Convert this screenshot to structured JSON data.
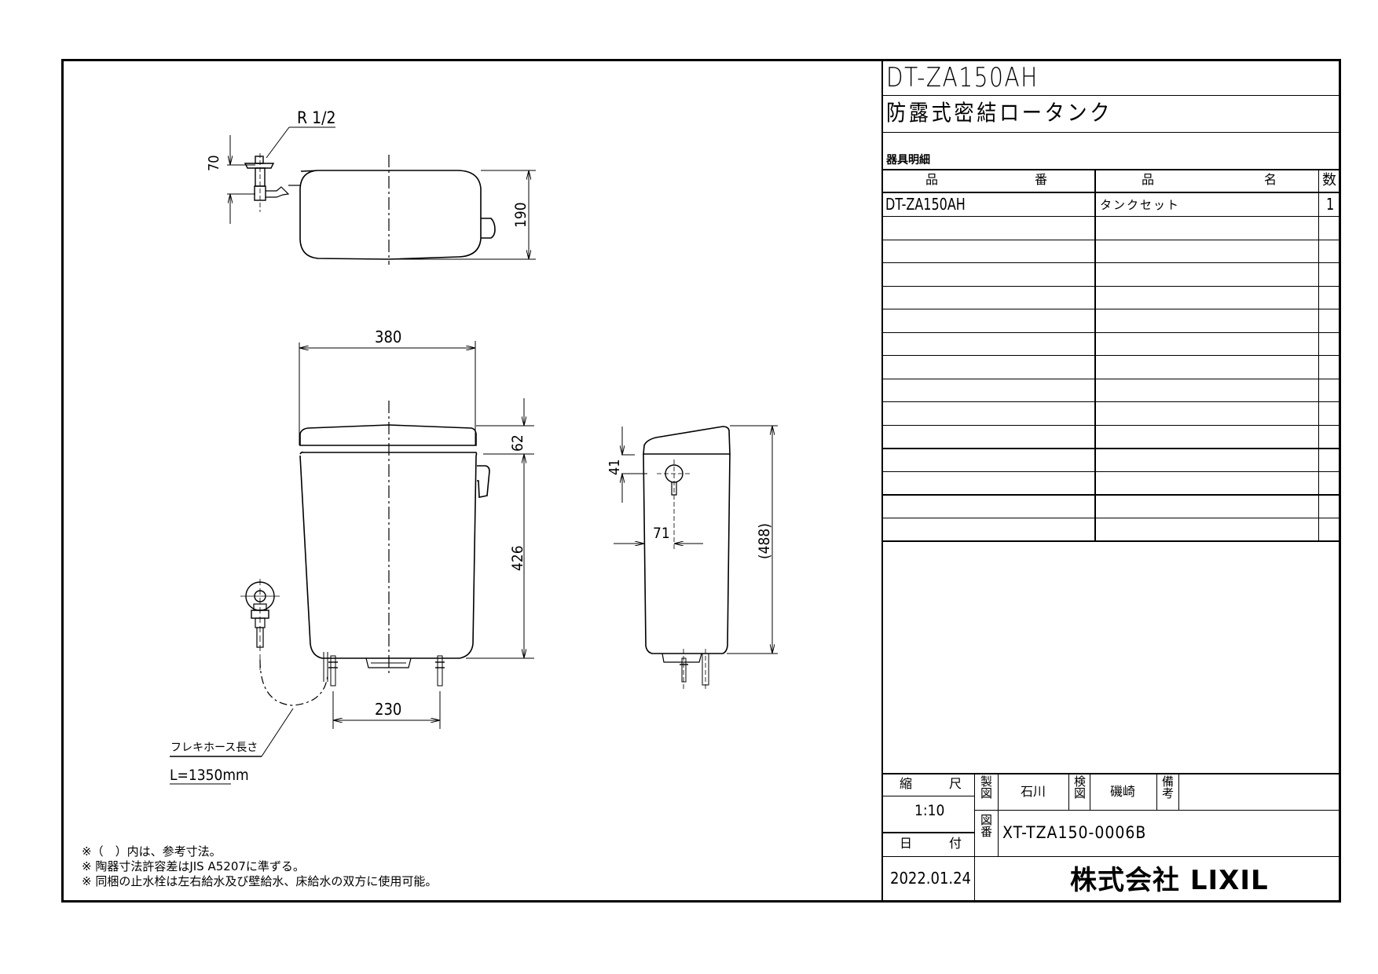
{
  "title_block": {
    "model_number": "DT-ZA150AH",
    "product_name": "防露式密結ロータンク",
    "parts_list_label": "器具明細",
    "parts_table": {
      "headers": {
        "part_no_a": "品",
        "part_no_b": "番",
        "part_name_a": "品",
        "part_name_b": "名",
        "qty": "数"
      },
      "rows": [
        {
          "part_no": "DT-ZA150AH",
          "part_name": "タンクセット",
          "qty": "1"
        }
      ],
      "empty_rows": 14
    },
    "scale_label_a": "縮",
    "scale_label_b": "尺",
    "scale_value": "1:10",
    "date_label_a": "日",
    "date_label_b": "付",
    "date_value": "2022.01.24",
    "drafted_label": "製図",
    "drafted_by": "石川",
    "checked_label": "検図",
    "checked_by": "磯崎",
    "remarks_label": "備考",
    "remarks_value": "",
    "drawing_no_label": "図番",
    "drawing_no": "XT-TZA150-0006B",
    "company": "株式会社 LIXIL"
  },
  "drawing": {
    "top_view": {
      "thread_label": "R 1/2",
      "dim_valve_height": "70",
      "dim_depth": "190"
    },
    "front_view": {
      "dim_width": "380",
      "dim_lid_height": "62",
      "dim_body_height": "426",
      "dim_bolt_spacing": "230",
      "hose_label": "フレキホース長さ",
      "hose_length": "L=1350mm"
    },
    "side_view": {
      "dim_lever_offset_v": "41",
      "dim_lever_offset_h": "71",
      "dim_total_height": "(488)"
    }
  },
  "notes": [
    "※（　）内は、参考寸法。",
    "※ 陶器寸法許容差はJIS A5207に準ずる。",
    "※ 同梱の止水栓は左右給水及び壁給水、床給水の双方に使用可能。"
  ]
}
